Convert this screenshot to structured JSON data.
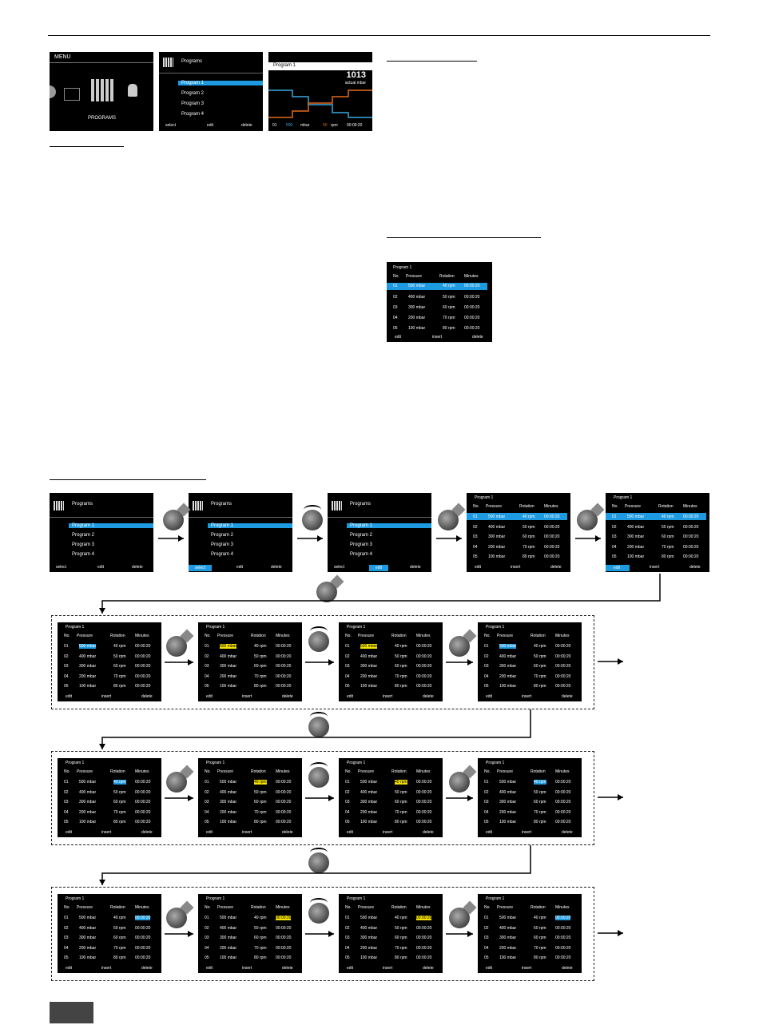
{
  "menu_screen": {
    "title": "MENU",
    "caption": "PROGRAMS"
  },
  "programs_screen": {
    "title": "Programs",
    "items": [
      "Program 1",
      "Program 2",
      "Program 3",
      "Program 4"
    ],
    "softkeys": [
      "select",
      "edit",
      "delete"
    ]
  },
  "run_screen": {
    "title": "Program 1",
    "value": "1013",
    "unit": "actual mbar",
    "footer": {
      "step": "01",
      "pressure": "500",
      "pressure_unit": "mbar",
      "rotation": "40",
      "rotation_unit": "rpm",
      "time": "00:00:20"
    }
  },
  "table_screen": {
    "title": "Program 1",
    "headers": [
      "No.",
      "Pressure",
      "Rotation",
      "Minutes"
    ],
    "rows": [
      [
        "01",
        "500 mbar",
        "40 rpm",
        "00:00:20"
      ],
      [
        "02",
        "400 mbar",
        "50 rpm",
        "00:00:20"
      ],
      [
        "03",
        "300 mbar",
        "60 rpm",
        "00:00:20"
      ],
      [
        "04",
        "200 mbar",
        "70 rpm",
        "00:00:20"
      ],
      [
        "05",
        "100 mbar",
        "80 rpm",
        "00:00:20"
      ]
    ],
    "softkeys": [
      "edit",
      "insert",
      "delete"
    ]
  },
  "colors": {
    "highlight": "#1e9be0",
    "edit": "#f5e100",
    "curve_blue": "#3aa7e0",
    "curve_orange": "#e36a1a"
  }
}
